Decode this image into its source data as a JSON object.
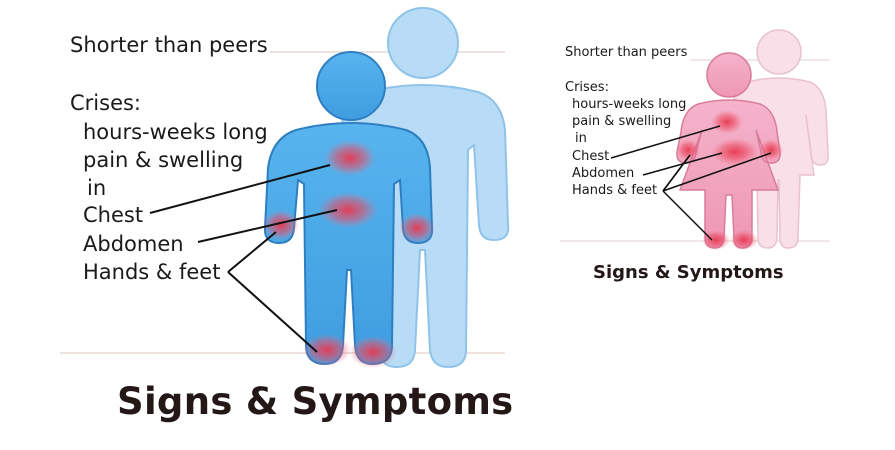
{
  "left_panel": {
    "shorter": "Shorter than peers",
    "crises": "Crises:",
    "line1": "hours-weeks long",
    "line2": "pain & swelling",
    "line3": "in",
    "chest": "Chest",
    "abdomen": "Abdomen",
    "hands_feet": "Hands & feet",
    "title": "Signs & Symptoms"
  },
  "right_panel": {
    "shorter": "Shorter than peers",
    "crises": "Crises:",
    "line1": "hours-weeks long",
    "line2": "pain & swelling",
    "line3": "in",
    "chest": "Chest",
    "abdomen": "Abdomen",
    "hands_feet": "Hands & feet",
    "title": "Signs & Symptoms"
  },
  "colors": {
    "male_figure": "#4aa8e8",
    "male_peer": "#b7dcf6",
    "female_figure": "#f2a5c0",
    "female_peer": "#f7dde6",
    "pain_spot": "#e8384f"
  }
}
